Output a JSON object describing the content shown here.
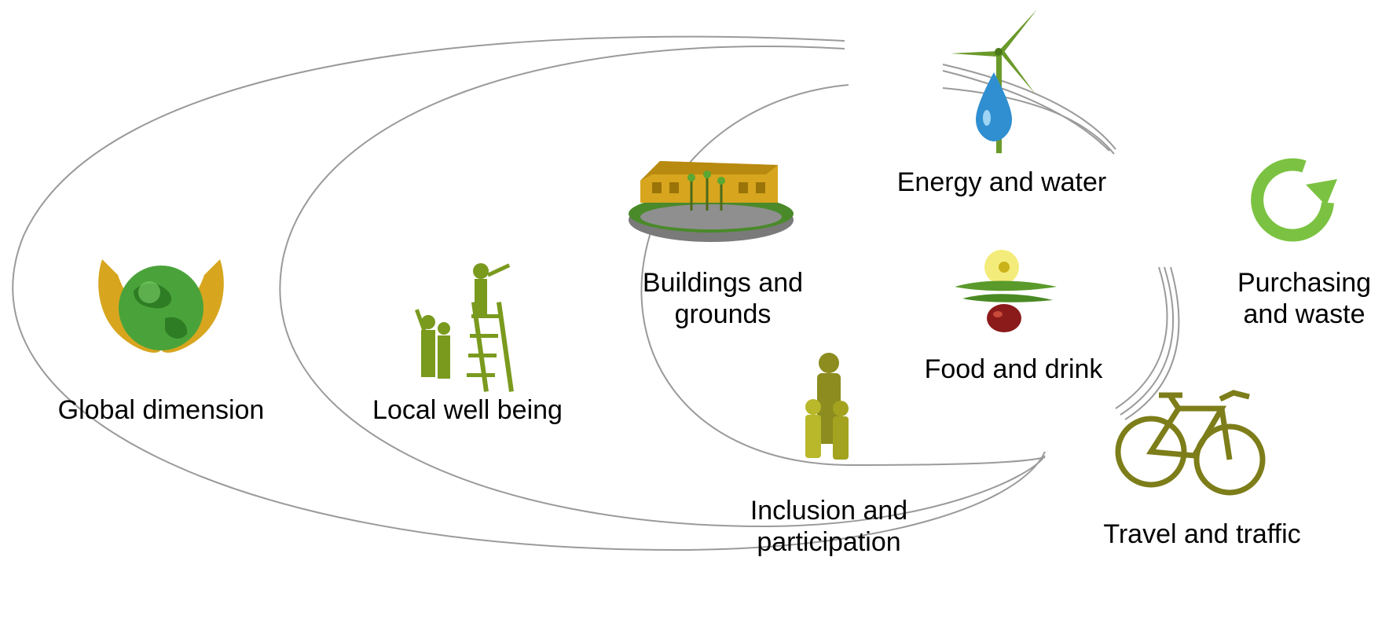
{
  "diagram": {
    "colors": {
      "ring_stroke": "#9a9a9a",
      "olive": "#8c8c1f",
      "leaf_green": "#5aa832",
      "bright_green": "#7cc242",
      "gold": "#d7a51e",
      "water_blue": "#2f8fd0",
      "food_red": "#8b1a1a"
    },
    "items": [
      {
        "id": "global",
        "label": "Global dimension",
        "icon": "globe-in-hands-icon"
      },
      {
        "id": "local",
        "label": "Local well being",
        "icon": "people-ladder-icon"
      },
      {
        "id": "buildings",
        "label": "Buildings and\ngrounds",
        "icon": "school-building-icon"
      },
      {
        "id": "energy",
        "label": "Energy and water",
        "icon": "wind-turbine-water-drop-icon"
      },
      {
        "id": "purchasing",
        "label": "Purchasing\nand waste",
        "icon": "recycle-arrow-icon"
      },
      {
        "id": "food",
        "label": "Food and drink",
        "icon": "food-plate-icon"
      },
      {
        "id": "inclusion",
        "label": "Inclusion and\nparticipation",
        "icon": "family-group-icon"
      },
      {
        "id": "travel",
        "label": "Travel and traffic",
        "icon": "bicycle-icon"
      }
    ]
  }
}
